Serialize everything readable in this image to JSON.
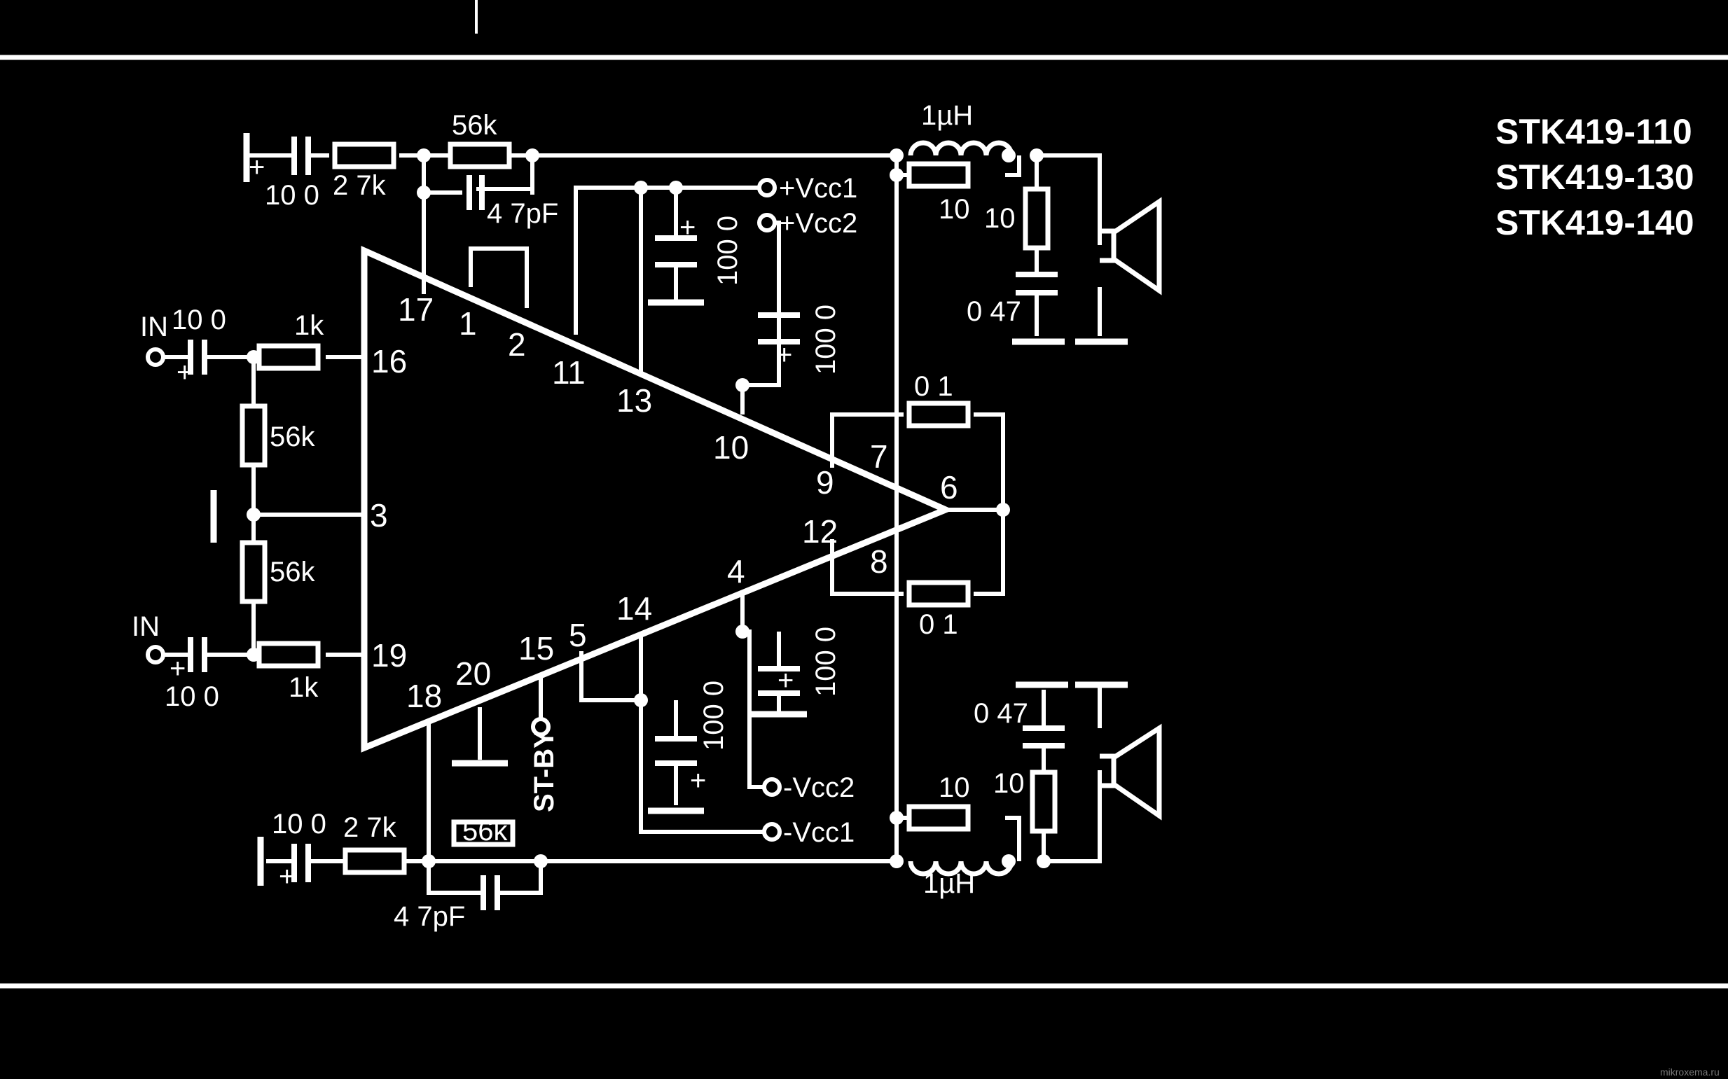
{
  "models": [
    "STK419-110",
    "STK419-130",
    "STK419-140"
  ],
  "pins": {
    "p1": "1",
    "p2": "2",
    "p3": "3",
    "p4": "4",
    "p5": "5",
    "p6": "6",
    "p7": "7",
    "p8": "8",
    "p9": "9",
    "p10": "10",
    "p11": "11",
    "p12": "12",
    "p13": "13",
    "p14": "14",
    "p15": "15",
    "p16": "16",
    "p17": "17",
    "p18": "18",
    "p19": "19",
    "p20": "20"
  },
  "labels": {
    "c_in_top": "10 0",
    "c_in_bot": "10 0",
    "r_in_top": "1k",
    "r_in_bot": "1k",
    "r_bias_top": "56k",
    "r_bias_bot": "56k",
    "in_top": "IN",
    "in_bot": "IN",
    "plus": "+",
    "fb_top_r": "56k",
    "fb_top_r2": "2 7k",
    "fb_top_c": "10 0",
    "fb_top_cap": "4 7pF",
    "fb_bot_r": "56k",
    "fb_bot_r2": "2 7k",
    "fb_bot_c": "10 0",
    "fb_bot_cap": "4 7pF",
    "vcc1_pos": "+Vcc1",
    "vcc2_pos": "+Vcc2",
    "vcc2_neg": "-Vcc2",
    "vcc1_neg": "-Vcc1",
    "cap_100_a": "100 0",
    "cap_100_b": "100 0",
    "cap_100_c": "100 0",
    "cap_100_d": "100 0",
    "ind_top": "1µH",
    "ind_bot": "1µH",
    "r10_top": "10",
    "r10_top_z": "10",
    "r10_bot": "10",
    "r10_bot_z": "10",
    "c047_top": "0 47",
    "c047_bot": "0 47",
    "r01_top": "0 1",
    "r01_bot": "0 1",
    "stby": "ST-BY",
    "watermark": "mikroxema.ru"
  }
}
